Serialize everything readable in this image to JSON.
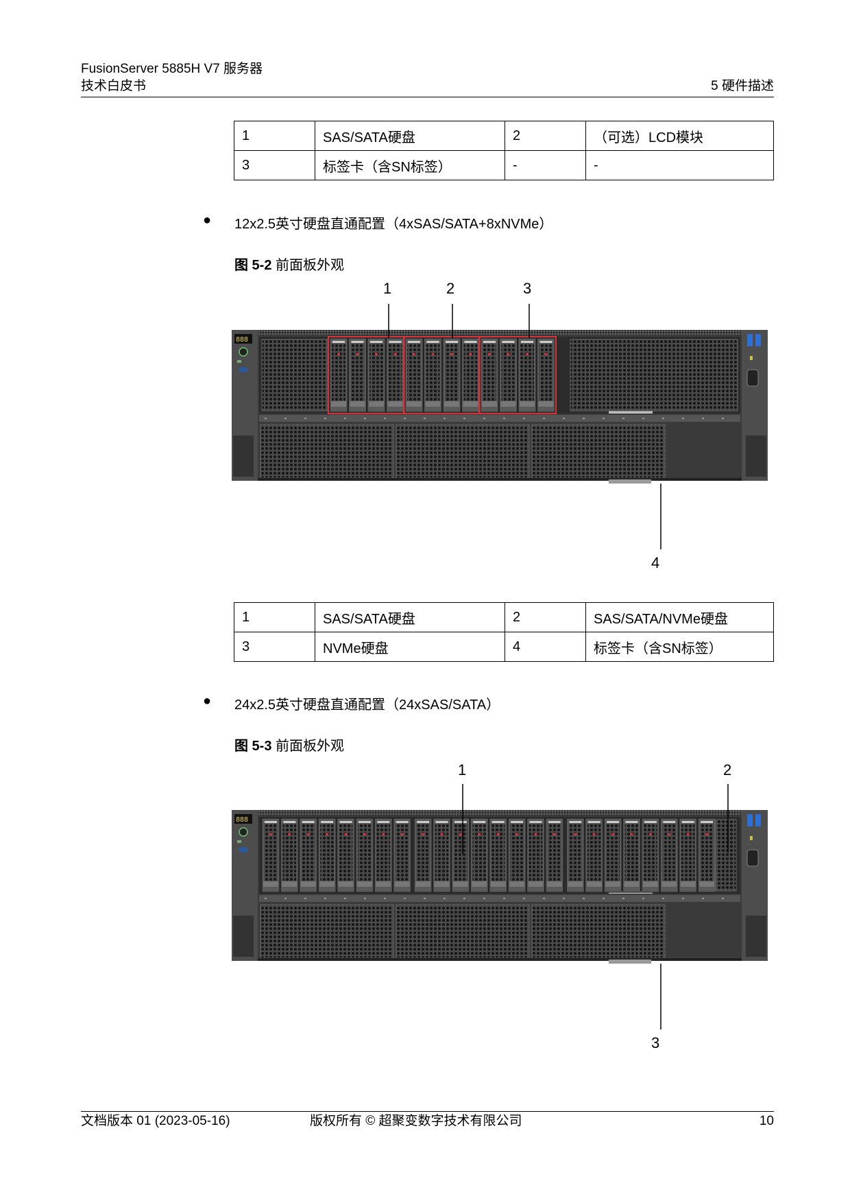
{
  "header": {
    "line1": "FusionServer 5885H V7 服务器",
    "line2": "技术白皮书",
    "section": "5 硬件描述"
  },
  "table1": {
    "rows": [
      [
        "1",
        "SAS/SATA硬盘",
        "2",
        "（可选）LCD模块"
      ],
      [
        "3",
        "标签卡（含SN标签）",
        "-",
        "-"
      ]
    ]
  },
  "bullet1": "12x2.5英寸硬盘直通配置（4xSAS/SATA+8xNVMe）",
  "figure2": {
    "label": "图 5-2",
    "caption": "前面板外观",
    "callouts": [
      "1",
      "2",
      "3",
      "4"
    ]
  },
  "table2": {
    "rows": [
      [
        "1",
        "SAS/SATA硬盘",
        "2",
        "SAS/SATA/NVMe硬盘"
      ],
      [
        "3",
        "NVMe硬盘",
        "4",
        "标签卡（含SN标签）"
      ]
    ]
  },
  "bullet2": "24x2.5英寸硬盘直通配置（24xSAS/SATA）",
  "figure3": {
    "label": "图 5-3",
    "caption": "前面板外观",
    "callouts": [
      "1",
      "2",
      "3"
    ]
  },
  "footer": {
    "version": "文档版本 01 (2023-05-16)",
    "copyright": "版权所有 © 超聚变数字技术有限公司",
    "page": "10"
  },
  "colors": {
    "bay_highlight": "#d9333b",
    "chassis": "#3a3a3a"
  }
}
